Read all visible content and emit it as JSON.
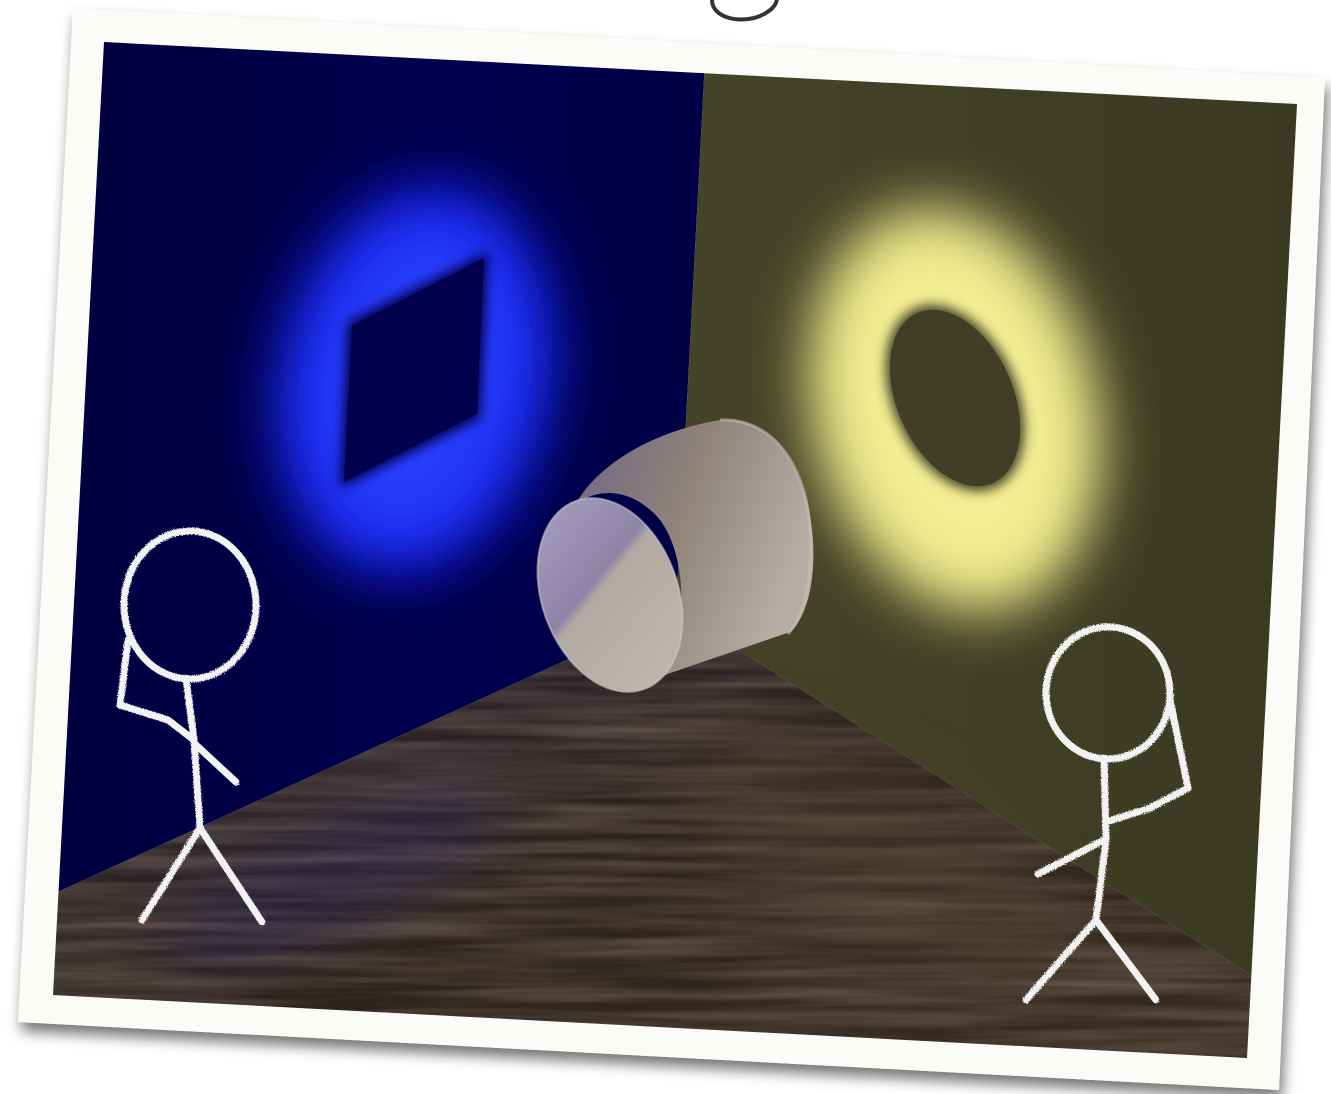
{
  "scene": {
    "kind": "polaroid-photo",
    "subject": "cylinder-two-shadows",
    "left_wall": {
      "color": "#00004f",
      "glow_color": "#1a2cff",
      "shadow_shape": "square"
    },
    "right_wall": {
      "color": "#3e3d24",
      "glow_color": "#f3ee8a",
      "shadow_shape": "circle"
    },
    "floor": {
      "color": "#2a2019",
      "texture": "wood"
    },
    "cylinder": {
      "color": "#a79b95"
    },
    "stick_figures": [
      {
        "side": "left",
        "color": "#f2f2f2"
      },
      {
        "side": "right",
        "color": "#f2f2f2"
      }
    ],
    "frame": {
      "color": "#fbfbf8",
      "shadow_color": "#444444"
    }
  }
}
